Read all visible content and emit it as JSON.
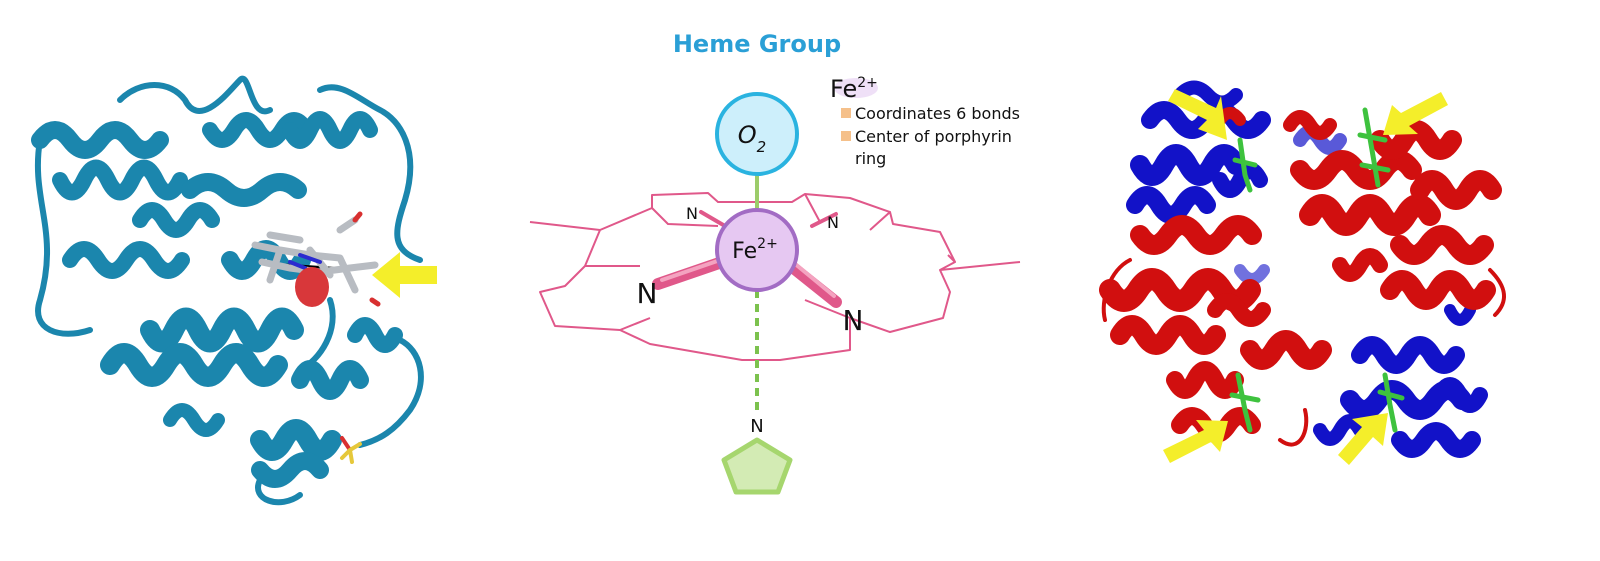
{
  "title": "Heme Group",
  "oxygen": {
    "symbol": "O",
    "subscript": "2"
  },
  "iron": {
    "symbol": "Fe",
    "charge": "2+"
  },
  "nitrogen_label": "N",
  "legend": {
    "heading_symbol": "Fe",
    "heading_charge": "2+",
    "items": [
      {
        "lines": [
          "Coordinates 6 bonds"
        ]
      },
      {
        "lines": [
          "Center of porphyrin",
          "ring"
        ]
      }
    ]
  },
  "colors": {
    "title": "#2a9fd6",
    "myoglobin": "#1b86ad",
    "ring": "#e0588a",
    "iron_fill": "#e6c8f2",
    "iron_stroke": "#a26cc4",
    "oxygen_fill": "#cdeffb",
    "oxygen_stroke": "#2ab3e0",
    "histidine": "#a6d66e",
    "bond_dash": "#7cc24e",
    "alpha_chain": "#d10f0f",
    "beta_chain": "#1212c8",
    "arrow": "#f4ee2a",
    "legend_bullet": "#f5c08a"
  },
  "left_image": {
    "subject": "myoglobin ribbon structure",
    "arrow_count": 1
  },
  "right_image": {
    "subject": "hemoglobin ribbon structure",
    "arrow_count": 4
  }
}
